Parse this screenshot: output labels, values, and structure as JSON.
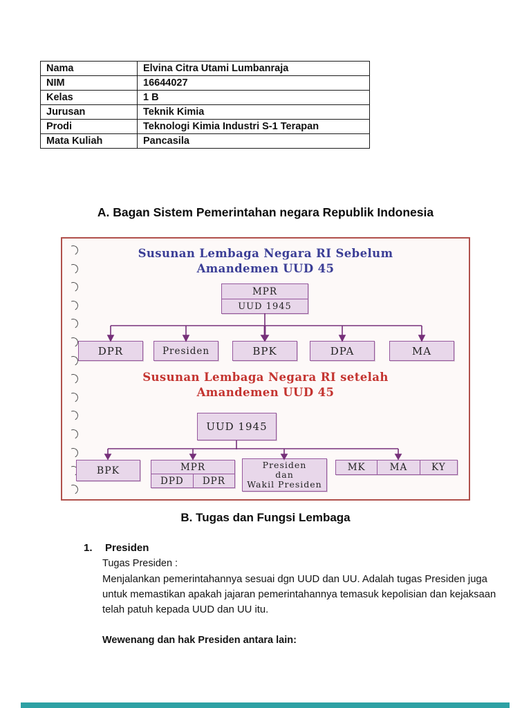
{
  "info_table": {
    "rows": [
      {
        "label": "Nama",
        "value": "Elvina Citra Utami Lumbanraja"
      },
      {
        "label": "NIM",
        "value": "16644027"
      },
      {
        "label": "Kelas",
        "value": "1 B"
      },
      {
        "label": "Jurusan",
        "value": "Teknik Kimia"
      },
      {
        "label": "Prodi",
        "value": "Teknologi Kimia Industri S-1 Terapan"
      },
      {
        "label": "Mata Kuliah",
        "value": "Pancasila"
      }
    ]
  },
  "section_a": {
    "heading": "A. Bagan Sistem Pemerintahan negara Republik Indonesia"
  },
  "diagram": {
    "colors": {
      "figure_border": "#b0504b",
      "box_fill": "#e8d7ea",
      "box_border": "#96589d",
      "arrow": "#76307a",
      "title_before": "#3b3e96",
      "title_after": "#c43430"
    },
    "before": {
      "title_line1": "Susunan Lembaga Negara RI Sebelum",
      "title_line2": "Amandemen UUD 45",
      "root_top": "MPR",
      "root_bottom": "UUD 1945",
      "children": [
        "DPR",
        "Presiden",
        "BPK",
        "DPA",
        "MA"
      ]
    },
    "after": {
      "title_line1": "Susunan Lembaga Negara RI setelah",
      "title_line2": "Amandemen UUD 45",
      "root": "UUD 1945",
      "bpk": "BPK",
      "mpr": "MPR",
      "dpd": "DPD",
      "dpr": "DPR",
      "presiden_line1": "Presiden",
      "presiden_line2": "dan",
      "presiden_line3": "Wakil Presiden",
      "mk": "MK",
      "ma": "MA",
      "ky": "KY"
    }
  },
  "section_b": {
    "heading": "B. Tugas dan Fungsi Lembaga",
    "item_number": "1.",
    "item_title": "Presiden",
    "subheading": "Tugas Presiden :",
    "paragraph": "Menjalankan pemerintahannya sesuai dgn UUD dan UU. Adalah tugas Presiden juga untuk memastikan apakah jajaran pemerintahannya temasuk kepolisian dan kejaksaan telah patuh kepada UUD dan UU itu.",
    "wewenang": "Wewenang dan hak Presiden antara lain:"
  },
  "page": {
    "next_page_strip_color": "#2da1a4"
  }
}
